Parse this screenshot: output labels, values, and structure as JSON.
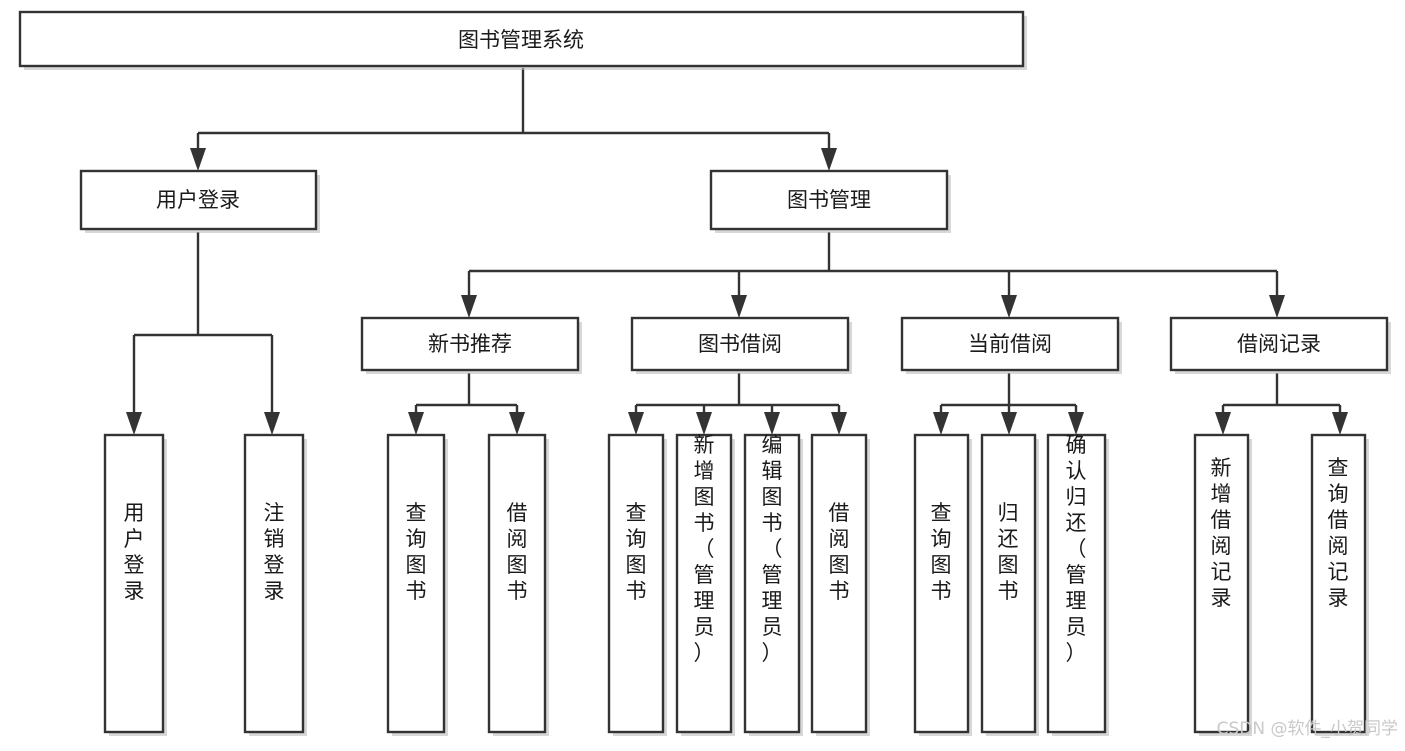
{
  "diagram": {
    "title": "图书管理系统",
    "root": {
      "id": "root",
      "label": "图书管理系统"
    },
    "level2": [
      {
        "id": "user-login",
        "label": "用户登录"
      },
      {
        "id": "book-management",
        "label": "图书管理"
      }
    ],
    "level3": [
      {
        "id": "new-book-recommend",
        "label": "新书推荐",
        "parent": "book-management"
      },
      {
        "id": "book-borrow",
        "label": "图书借阅",
        "parent": "book-management"
      },
      {
        "id": "current-borrow",
        "label": "当前借阅",
        "parent": "book-management"
      },
      {
        "id": "borrow-record",
        "label": "借阅记录",
        "parent": "book-management"
      }
    ],
    "leaves": {
      "user-login": [
        {
          "id": "leaf-user-login",
          "label": "用户登录"
        },
        {
          "id": "leaf-user-logout",
          "label": "注销登录"
        }
      ],
      "new-book-recommend": [
        {
          "id": "leaf-query-book-1",
          "label": "查询图书"
        },
        {
          "id": "leaf-borrow-book-1",
          "label": "借阅图书"
        }
      ],
      "book-borrow": [
        {
          "id": "leaf-query-book-2",
          "label": "查询图书"
        },
        {
          "id": "leaf-add-book",
          "label": "新增图书（管理员）"
        },
        {
          "id": "leaf-edit-book",
          "label": "编辑图书（管理员）"
        },
        {
          "id": "leaf-borrow-book-2",
          "label": "借阅图书"
        }
      ],
      "current-borrow": [
        {
          "id": "leaf-query-book-3",
          "label": "查询图书"
        },
        {
          "id": "leaf-return-book",
          "label": "归还图书"
        },
        {
          "id": "leaf-confirm-return",
          "label": "确认归还（管理员）"
        }
      ],
      "borrow-record": [
        {
          "id": "leaf-add-record",
          "label": "新增借阅记录"
        },
        {
          "id": "leaf-query-record",
          "label": "查询借阅记录"
        }
      ]
    },
    "colors": {
      "box_stroke": "#333333",
      "box_fill": "#ffffff",
      "text": "#1a1a1a",
      "connector": "#333333",
      "watermark": "#c9c9c9",
      "background": "#ffffff"
    }
  },
  "watermark": {
    "text": "CSDN @软件_小贺同学"
  }
}
